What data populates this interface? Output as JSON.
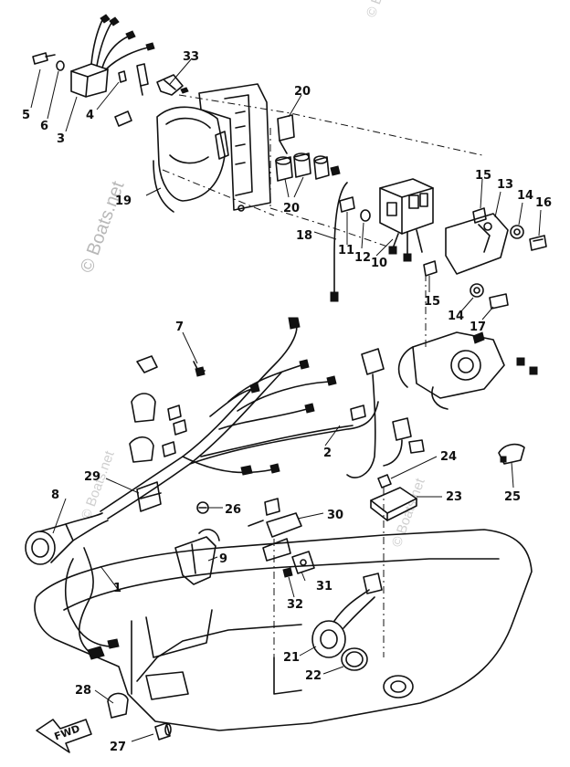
{
  "watermarks": {
    "main": "© Boats.net",
    "faint": "© Boats.net"
  },
  "direction_arrow": {
    "label": "FWD"
  },
  "callouts": [
    {
      "id": "c1",
      "label": "1"
    },
    {
      "id": "c2",
      "label": "2"
    },
    {
      "id": "c3",
      "label": "3"
    },
    {
      "id": "c4",
      "label": "4"
    },
    {
      "id": "c5",
      "label": "5"
    },
    {
      "id": "c6",
      "label": "6"
    },
    {
      "id": "c7",
      "label": "7"
    },
    {
      "id": "c8",
      "label": "8"
    },
    {
      "id": "c9",
      "label": "9"
    },
    {
      "id": "c10",
      "label": "10"
    },
    {
      "id": "c11",
      "label": "11"
    },
    {
      "id": "c12",
      "label": "12"
    },
    {
      "id": "c13",
      "label": "13"
    },
    {
      "id": "c14a",
      "label": "14"
    },
    {
      "id": "c14b",
      "label": "14"
    },
    {
      "id": "c15a",
      "label": "15"
    },
    {
      "id": "c15b",
      "label": "15"
    },
    {
      "id": "c16",
      "label": "16"
    },
    {
      "id": "c17",
      "label": "17"
    },
    {
      "id": "c18",
      "label": "18"
    },
    {
      "id": "c19",
      "label": "19"
    },
    {
      "id": "c20a",
      "label": "20"
    },
    {
      "id": "c20b",
      "label": "20"
    },
    {
      "id": "c21",
      "label": "21"
    },
    {
      "id": "c22",
      "label": "22"
    },
    {
      "id": "c23",
      "label": "23"
    },
    {
      "id": "c24",
      "label": "24"
    },
    {
      "id": "c25",
      "label": "25"
    },
    {
      "id": "c26",
      "label": "26"
    },
    {
      "id": "c27",
      "label": "27"
    },
    {
      "id": "c28",
      "label": "28"
    },
    {
      "id": "c29",
      "label": "29"
    },
    {
      "id": "c30",
      "label": "30"
    },
    {
      "id": "c31",
      "label": "31"
    },
    {
      "id": "c32",
      "label": "32"
    },
    {
      "id": "c33",
      "label": "33"
    }
  ]
}
